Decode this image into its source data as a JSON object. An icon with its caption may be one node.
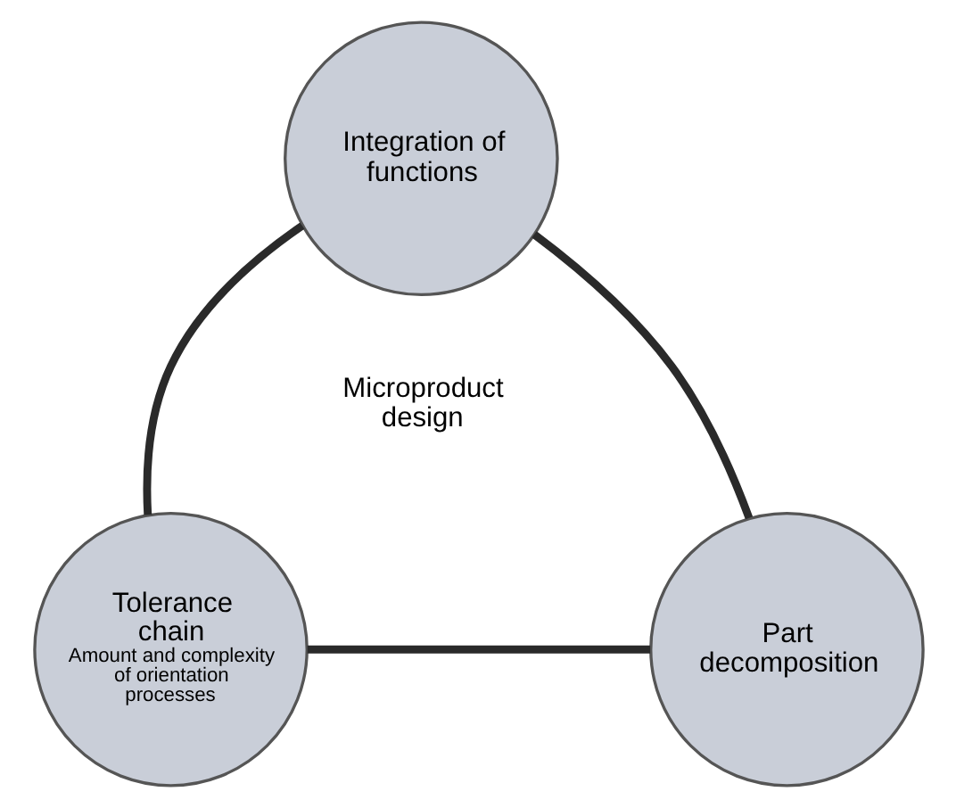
{
  "diagram": {
    "nodes": [
      {
        "text": [
          "Integration of functions"
        ]
      },
      {
        "text": [
          "Tolerance chain",
          "Amount and complexity of orientation processes"
        ]
      },
      {
        "text": [
          "Part decomposition"
        ]
      }
    ],
    "edges": [
      {
        "from": 0,
        "to": 1,
        "arrow": "none"
      },
      {
        "from": 0,
        "to": 2,
        "arrow": "none"
      },
      {
        "from": 1,
        "to": 2,
        "arrow": "none"
      }
    ],
    "labels": [
      "Microproduct design"
    ]
  }
}
